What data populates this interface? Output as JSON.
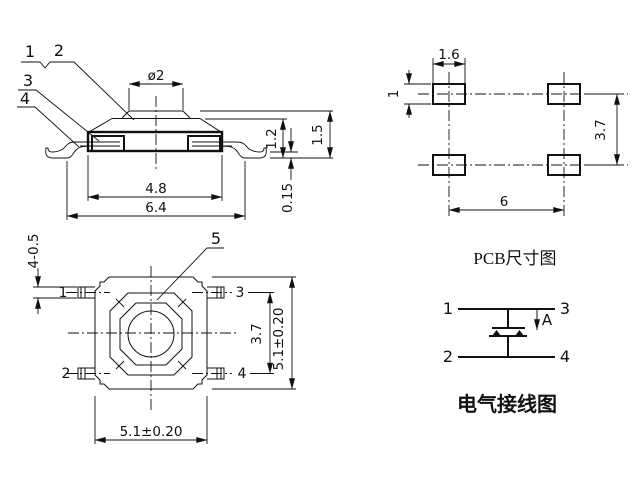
{
  "drawing": {
    "side_view": {
      "callout_1": "1",
      "callout_2": "2",
      "callout_3": "3",
      "callout_4": "4",
      "dim_cap_diameter": "ø2",
      "dim_base_width": "4.8",
      "dim_overall_width": "6.4",
      "dim_body_height": "1.2",
      "dim_total_height": "1.5",
      "dim_lead_thickness": "0.15"
    },
    "pcb_view": {
      "title": "PCB尺寸图",
      "dim_pad_width": "1.6",
      "dim_pad_height": "1",
      "dim_row_pitch": "3.7",
      "dim_col_pitch": "6"
    },
    "top_view": {
      "callout_5": "5",
      "pin_1": "1",
      "pin_2": "2",
      "pin_3": "3",
      "pin_4": "4",
      "dim_lead_width": "4-0.5",
      "dim_pin_pitch": "3.7",
      "dim_body_width": "5.1±0.20",
      "dim_body_height": "5.1±0.20"
    },
    "circuit_view": {
      "title": "电气接线图",
      "pin_1": "1",
      "pin_2": "2",
      "pin_3": "3",
      "pin_4": "4",
      "direction_label": "A"
    }
  },
  "colors": {
    "line": "#111111",
    "background": "#ffffff"
  }
}
